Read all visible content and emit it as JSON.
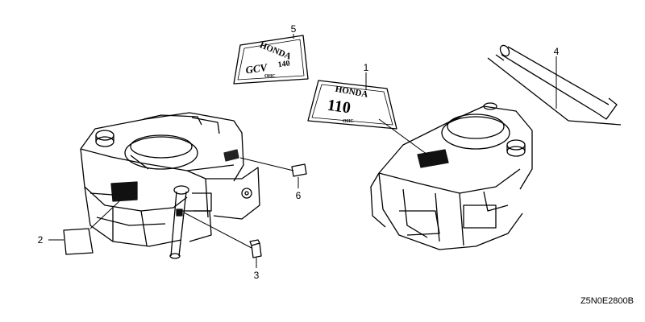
{
  "diagram": {
    "drawing_code": "Z5N0E2800B",
    "callouts": [
      {
        "id": "callout-1",
        "label": "1"
      },
      {
        "id": "callout-2",
        "label": "2"
      },
      {
        "id": "callout-3",
        "label": "3"
      },
      {
        "id": "callout-4",
        "label": "4"
      },
      {
        "id": "callout-5",
        "label": "5"
      },
      {
        "id": "callout-6",
        "label": "6"
      }
    ],
    "decal_5": {
      "brand": "HONDA",
      "model": "GCV",
      "number": "140",
      "small": "OHC"
    },
    "decal_1": {
      "brand": "HONDA",
      "number": "110",
      "small": "OHC"
    }
  }
}
